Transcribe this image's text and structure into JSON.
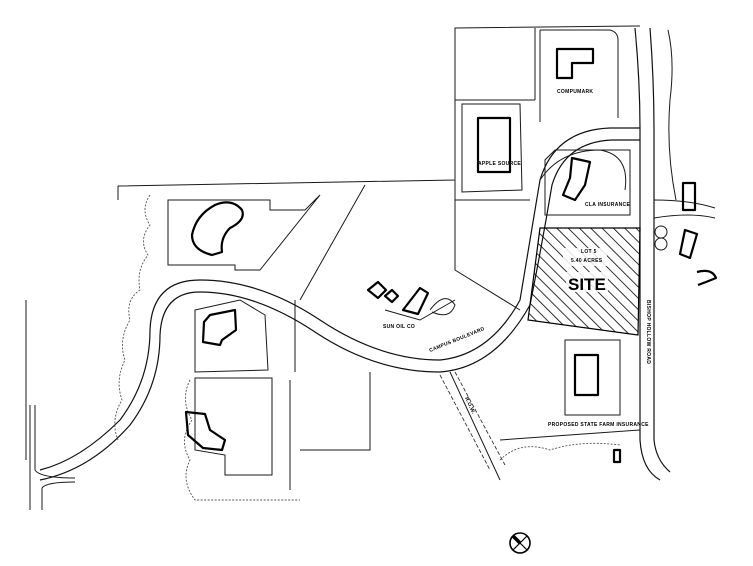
{
  "map": {
    "type": "site-plan",
    "colors": {
      "ink": "#000000",
      "paper": "#ffffff",
      "tree_line": "#555555"
    },
    "labels": {
      "compumark": "COMPUMARK",
      "applesource": "APPLE SOURCE",
      "cla_insurance": "CLA INSURANCE",
      "site_lot": "LOT 5",
      "site_acres": "5.40 ACRES",
      "site": "SITE",
      "bishop_hollow_road": "BISHOP HOLLOW ROAD",
      "campus_boulevard": "CAMPUS BOULEVARD",
      "sun_oil": "SUN OIL CO",
      "state_farm": "PROPOSED STATE FARM INSURANCE",
      "row": "R.O.W."
    },
    "north_arrow": {
      "icon": "north-arrow-icon"
    }
  }
}
